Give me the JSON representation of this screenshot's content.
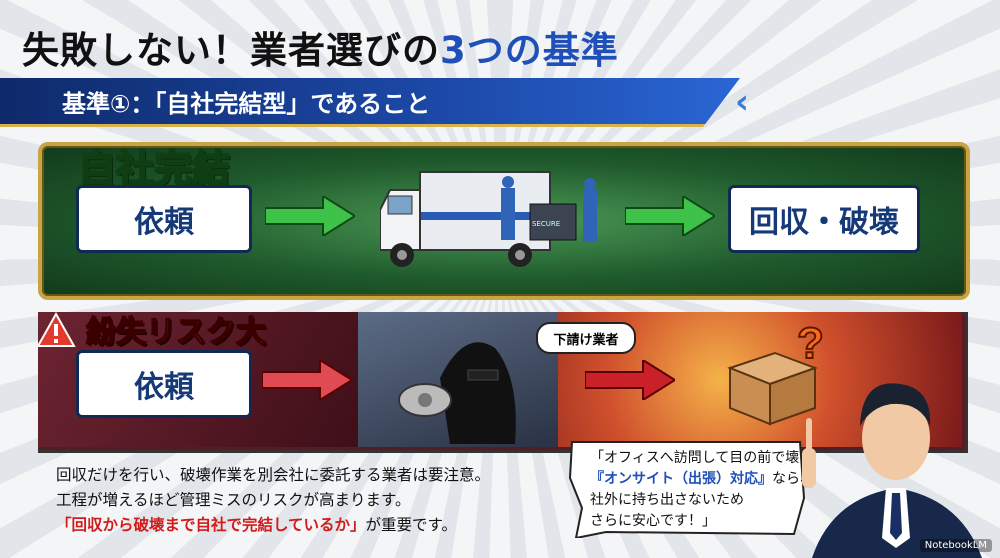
{
  "title": {
    "prefix": "失敗しない！業者選びの",
    "highlight": "3つの基準"
  },
  "banner": {
    "text": "基準①：「自社完結型」であること"
  },
  "panel_direct": {
    "label": "自社完結",
    "box_left": "依頼",
    "box_right": "回収・破壊",
    "truck_tag": "SECURE"
  },
  "panel_risk": {
    "label": "紛失リスク大",
    "box_left": "依頼",
    "subcontractor_bubble": "下請け業者"
  },
  "description": {
    "line1": "回収だけを行い、破壊作業を別会社に委託する業者は要注意。",
    "line2": "工程が増えるほど管理ミスのリスクが高まります。",
    "line3_red": "「回収から破壊まで自社で完結しているか」",
    "line3_rest": "が重要です。"
  },
  "speech": {
    "line1": "「オフィスへ訪問して目の前で壊す",
    "line2_blue": "『オンサイト（出張）対応』",
    "line2_rest": "なら、",
    "line3": "社外に持ち出さないため",
    "line4": "さらに安心です！」"
  },
  "watermark": "NotebookLM",
  "colors": {
    "accent_blue": "#1f4fb8",
    "warning_red": "#d11b1b",
    "green": "#7fe36c",
    "gold": "#c7a544"
  }
}
